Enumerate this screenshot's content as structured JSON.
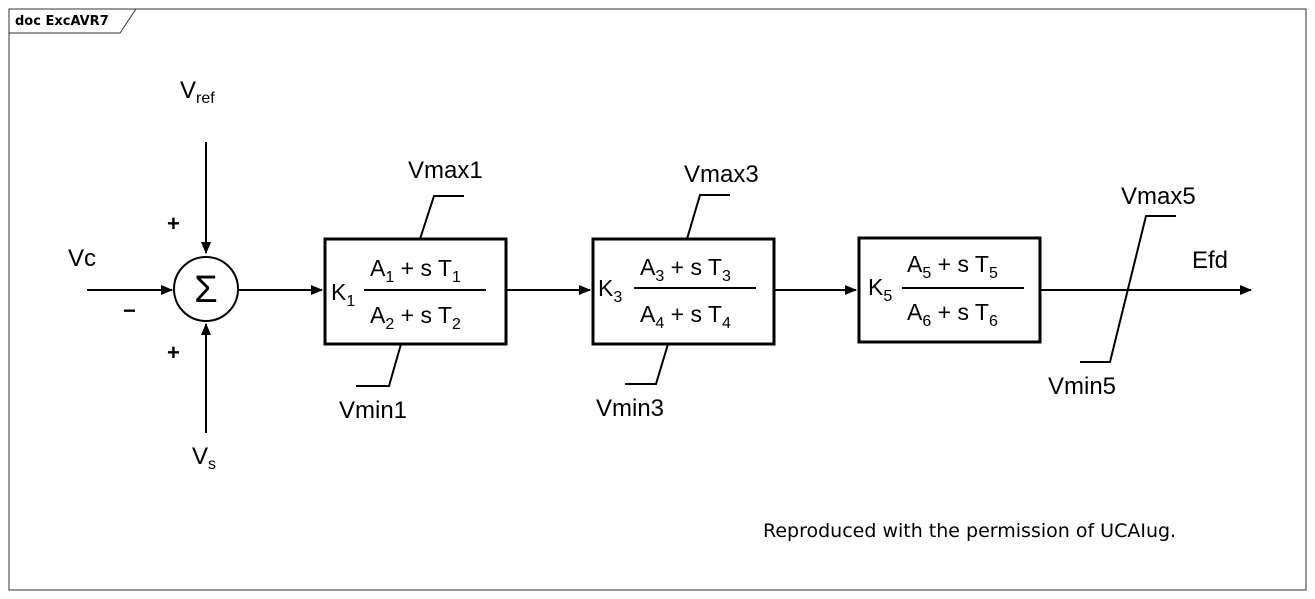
{
  "frame": {
    "tab_label": "doc ExcAVR7"
  },
  "inputs": {
    "vref": {
      "main": "V",
      "sub": "ref"
    },
    "vs": {
      "main": "V",
      "sub": "s"
    },
    "vc": "Vc",
    "plus_top": "+",
    "plus_bottom": "+",
    "minus": "−"
  },
  "summing_junction": {
    "symbol": "Σ"
  },
  "blocks": [
    {
      "gain": {
        "main": "K",
        "sub": "1"
      },
      "numerator": {
        "a": "A",
        "a_sub": "1",
        "mid": " + s T",
        "t_sub": "1"
      },
      "denominator": {
        "a": "A",
        "a_sub": "2",
        "mid": " + s T",
        "t_sub": "2"
      },
      "vmax": "Vmax1",
      "vmin": "Vmin1"
    },
    {
      "gain": {
        "main": "K",
        "sub": "3"
      },
      "numerator": {
        "a": "A",
        "a_sub": "3",
        "mid": " + s T",
        "t_sub": "3"
      },
      "denominator": {
        "a": "A",
        "a_sub": "4",
        "mid": " + s T",
        "t_sub": "4"
      },
      "vmax": "Vmax3",
      "vmin": "Vmin3"
    },
    {
      "gain": {
        "main": "K",
        "sub": "5"
      },
      "numerator": {
        "a": "A",
        "a_sub": "5",
        "mid": " + s T",
        "t_sub": "5"
      },
      "denominator": {
        "a": "A",
        "a_sub": "6",
        "mid": " + s T",
        "t_sub": "6"
      },
      "vmax": "",
      "vmin": ""
    }
  ],
  "output_limiter": {
    "vmax": "Vmax5",
    "vmin": "Vmin5"
  },
  "output": {
    "label": "Efd"
  },
  "credit": "Reproduced with the permission of UCAIug."
}
